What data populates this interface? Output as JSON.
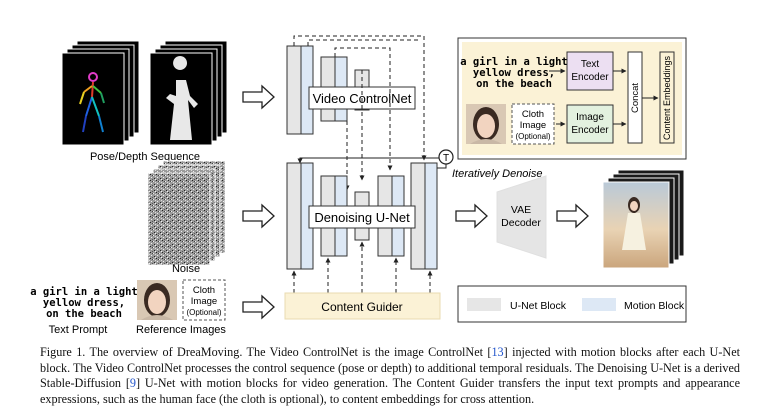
{
  "figure": {
    "prompt_text": [
      "a girl in a light",
      "yellow dress,",
      "on the beach"
    ],
    "labels": {
      "pose_depth": "Pose/Depth Sequence",
      "noise": "Noise",
      "text_prompt": "Text Prompt",
      "reference_images": "Reference Images",
      "video_controlnet": "Video ControlNet",
      "denoising_unet": "Denoising U-Net",
      "content_guider": "Content Guider",
      "iteratively_denoise": "Iteratively Denoise",
      "t_symbol": "T",
      "vae": "VAE",
      "decoder": "Decoder",
      "text_encoder_1": "Text",
      "text_encoder_2": "Encoder",
      "image_encoder_1": "Image",
      "image_encoder_2": "Encoder",
      "cloth_1": "Cloth",
      "cloth_2": "Image",
      "cloth_3": "(Optional)",
      "concat": "Concat",
      "content_embeddings": "Content Embeddings",
      "legend_unet": "U-Net Block",
      "legend_motion": "Motion Block"
    },
    "colors": {
      "unet_block": "#e6e6e6",
      "motion_block": "#dde8f5",
      "content_guider": "#fbf2d6",
      "text_encoder": "#ecdff2",
      "image_encoder": "#e3f1df",
      "vae": "#e5e5e5"
    }
  },
  "caption": {
    "figure_label": "Figure 1.",
    "part1": " The overview of DreaMoving. The Video ControlNet is the image ControlNet [",
    "ref1": "13",
    "part2": "] injected with motion blocks after each U-Net block. The Video ControlNet processes the control sequence (pose or depth) to additional temporal residuals. The Denoising U-Net is a derived Stable-Diffusion [",
    "ref2": "9",
    "part3": "] U-Net with motion blocks for video generation. The Content Guider transfers the input text prompts and appearance expressions, such as the human face (the cloth is optional), to content embeddings for cross attention."
  }
}
